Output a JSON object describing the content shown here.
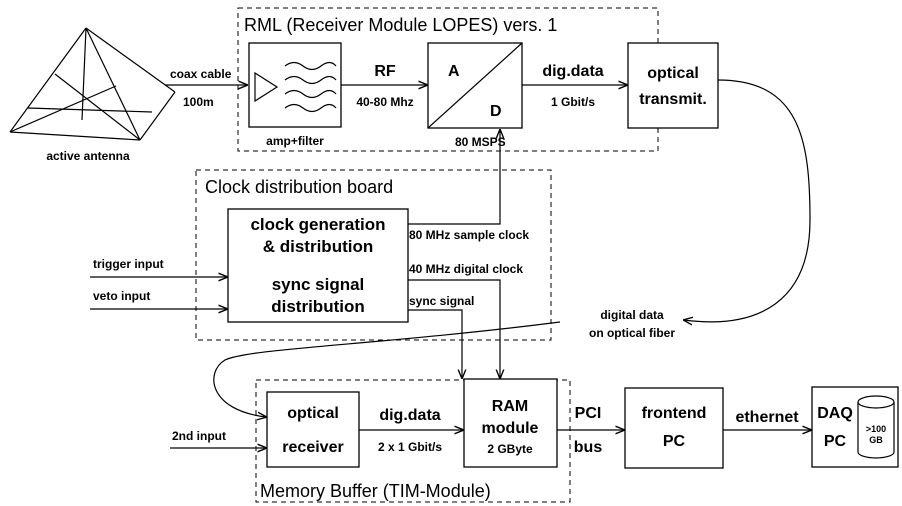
{
  "rml": {
    "title": "RML (Receiver Module LOPES) vers. 1",
    "amp_filter_label": "amp+filter",
    "rf_label": "RF",
    "rf_range": "40-80 Mhz",
    "adc_a": "A",
    "adc_d": "D",
    "adc_rate": "80 MSPS",
    "digdata_label": "dig.data",
    "digdata_rate": "1 Gbit/s",
    "optical_transmit_line1": "optical",
    "optical_transmit_line2": "transmit."
  },
  "antenna": {
    "label": "active antenna",
    "coax_label": "coax cable",
    "coax_length": "100m"
  },
  "clock_board": {
    "title": "Clock distribution board",
    "clock_gen_line1": "clock generation",
    "clock_gen_line2": "& distribution",
    "sync_line1": "sync signal",
    "sync_line2": "distribution",
    "sample_clock": "80 MHz sample clock",
    "digital_clock": "40 MHz digital clock",
    "sync_signal": "sync signal",
    "trigger_input": "trigger input",
    "veto_input": "veto input"
  },
  "fiber": {
    "label_line1": "digital data",
    "label_line2": "on optical fiber"
  },
  "memory": {
    "title": "Memory Buffer (TIM-Module)",
    "second_input": "2nd input",
    "optical_receiver_line1": "optical",
    "optical_receiver_line2": "receiver",
    "digdata_label": "dig.data",
    "digdata_rate": "2 x 1 Gbit/s",
    "ram_line1": "RAM",
    "ram_line2": "module",
    "ram_size": "2 GByte"
  },
  "pci": {
    "line1": "PCI",
    "line2": "bus"
  },
  "frontend": {
    "line1": "frontend",
    "line2": "PC"
  },
  "ethernet_label": "ethernet",
  "daq": {
    "line1": "DAQ",
    "line2": "PC",
    "disk_line1": ">100",
    "disk_line2": "GB"
  }
}
